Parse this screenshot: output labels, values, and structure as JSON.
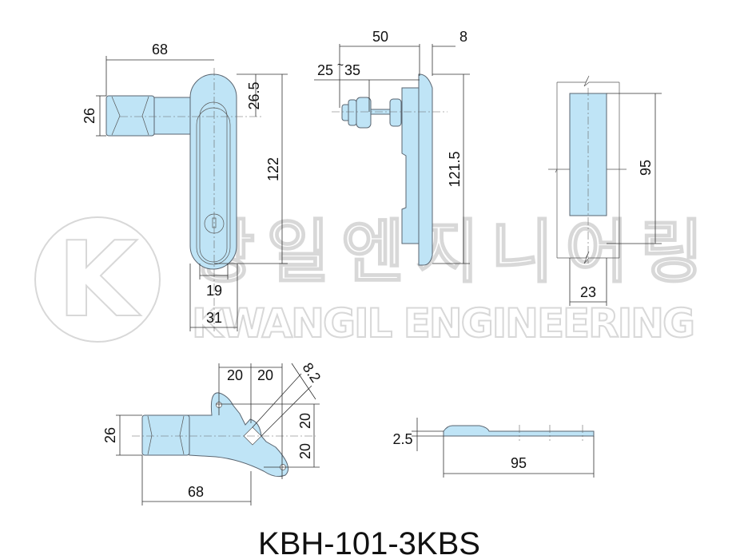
{
  "title": "KBH-101-3KBS",
  "watermark": {
    "korean": "광일엔지니어링",
    "english": "KWANGIL ENGINEERING",
    "logo_letter": "K"
  },
  "colors": {
    "part_fill": "#bfe4f6",
    "line": "#333333"
  },
  "front_view": {
    "handle_length": "68",
    "handle_height": "26",
    "top_to_center": "26.5",
    "height": "122",
    "slot_width": "19",
    "width": "31"
  },
  "side_view": {
    "depth": "50",
    "flange": "8",
    "grip_range": "25",
    "grip_range_max": "35",
    "range_sep": "~",
    "height": "121.5"
  },
  "end_view": {
    "height": "95",
    "width": "23"
  },
  "cam_view": {
    "offset_left": "20",
    "offset_right": "20",
    "diag": "8.2",
    "handle_height": "26",
    "length": "68",
    "upper": "20",
    "lower": "20"
  },
  "cam_side": {
    "thickness": "2.5",
    "length": "95"
  }
}
